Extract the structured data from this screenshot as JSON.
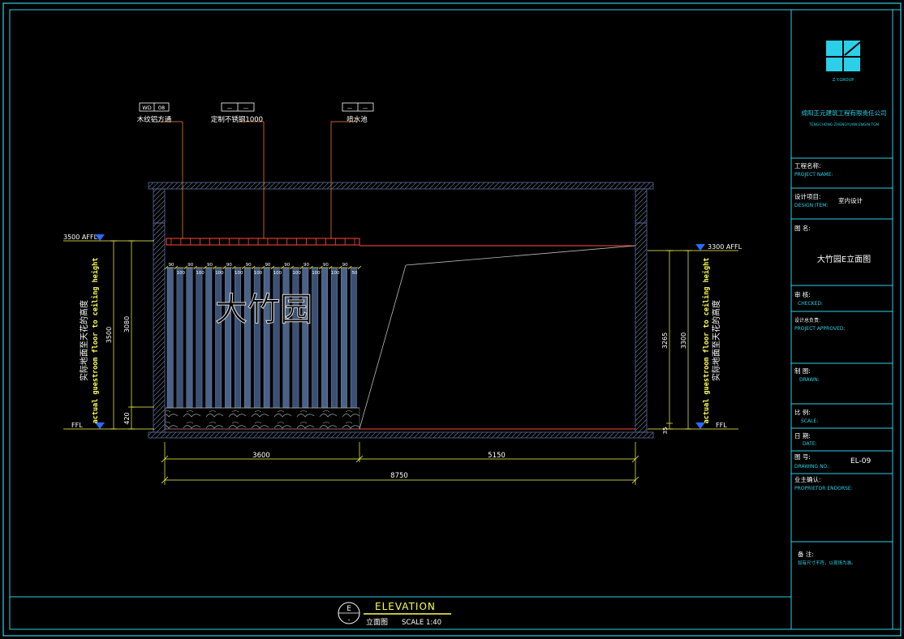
{
  "company": {
    "name_cn": "绵阳正元建筑工程有限责任公司",
    "name_en": "TENGCHONG ZHENGYUAN ENGIN.TGN",
    "logo_caption": "Z.Y.GROUP"
  },
  "titleblock": {
    "project_name_cn": "工程名称:",
    "project_name_en": "PROJECT NAME:",
    "design_item_cn": "设计项目:",
    "design_item_en": "DESIGN ITEM:",
    "design_item_value": "室内设计",
    "drawing_title_cn": "图  名:",
    "drawing_title_value": "大竹园E立面图",
    "checked_cn": "审    核:",
    "checked_en": "CHECKED:",
    "approved_cn": "设计总负责:",
    "approved_en": "PROJECT APPROVED:",
    "drawn_cn": "制    图:",
    "drawn_en": "DRAWN:",
    "scale_cn": "比    例:",
    "scale_en": "SCALE:",
    "date_cn": "日    期:",
    "date_en": "DATE:",
    "drawing_no_cn": "图    号:",
    "drawing_no_en": "DRAWING NO.:",
    "drawing_no_value": "EL-09",
    "endorse_cn": "业主确认:",
    "endorse_en": "PROPRIETOR ENDORSE:",
    "remark_cn": "备  注:",
    "remark_value": "如有尺寸不符，以现场为准。"
  },
  "callouts": [
    {
      "code_a": "WD",
      "code_b": "08",
      "label": "木纹铝方通"
    },
    {
      "code_a": "—",
      "code_b": "—",
      "label": "定制不锈钢1000"
    },
    {
      "code_a": "—",
      "code_b": "—",
      "label": "喷水池"
    }
  ],
  "levels": {
    "left_top": "3500 AFFL",
    "right_top": "3300 AFFL",
    "left_floor": "FFL",
    "right_floor": "FFL"
  },
  "side_notes": {
    "cn": "实际地面至天花的高度",
    "en": "actual guestroom floor to ceiling height"
  },
  "dims": {
    "left_total": "3500",
    "left_upper": "3080",
    "left_lower": "420",
    "right_outer": "3300",
    "right_inner": "3265",
    "right_small": "35",
    "bottom_left": "3600",
    "bottom_right": "5150",
    "bottom_total": "8750",
    "slat_small": "90",
    "slat_large": "100",
    "slat_end": "50"
  },
  "wall_sign": "大竹园",
  "footer": {
    "marker_letter": "E",
    "marker_sub": "-",
    "title_en": "ELEVATION",
    "title_cn": "立面图",
    "scale": "SCALE 1:40"
  },
  "colors": {
    "frame": "#2bd0e8",
    "dim": "#ffff55",
    "red": "#ff4a33",
    "wall": "#5a6fa0"
  }
}
